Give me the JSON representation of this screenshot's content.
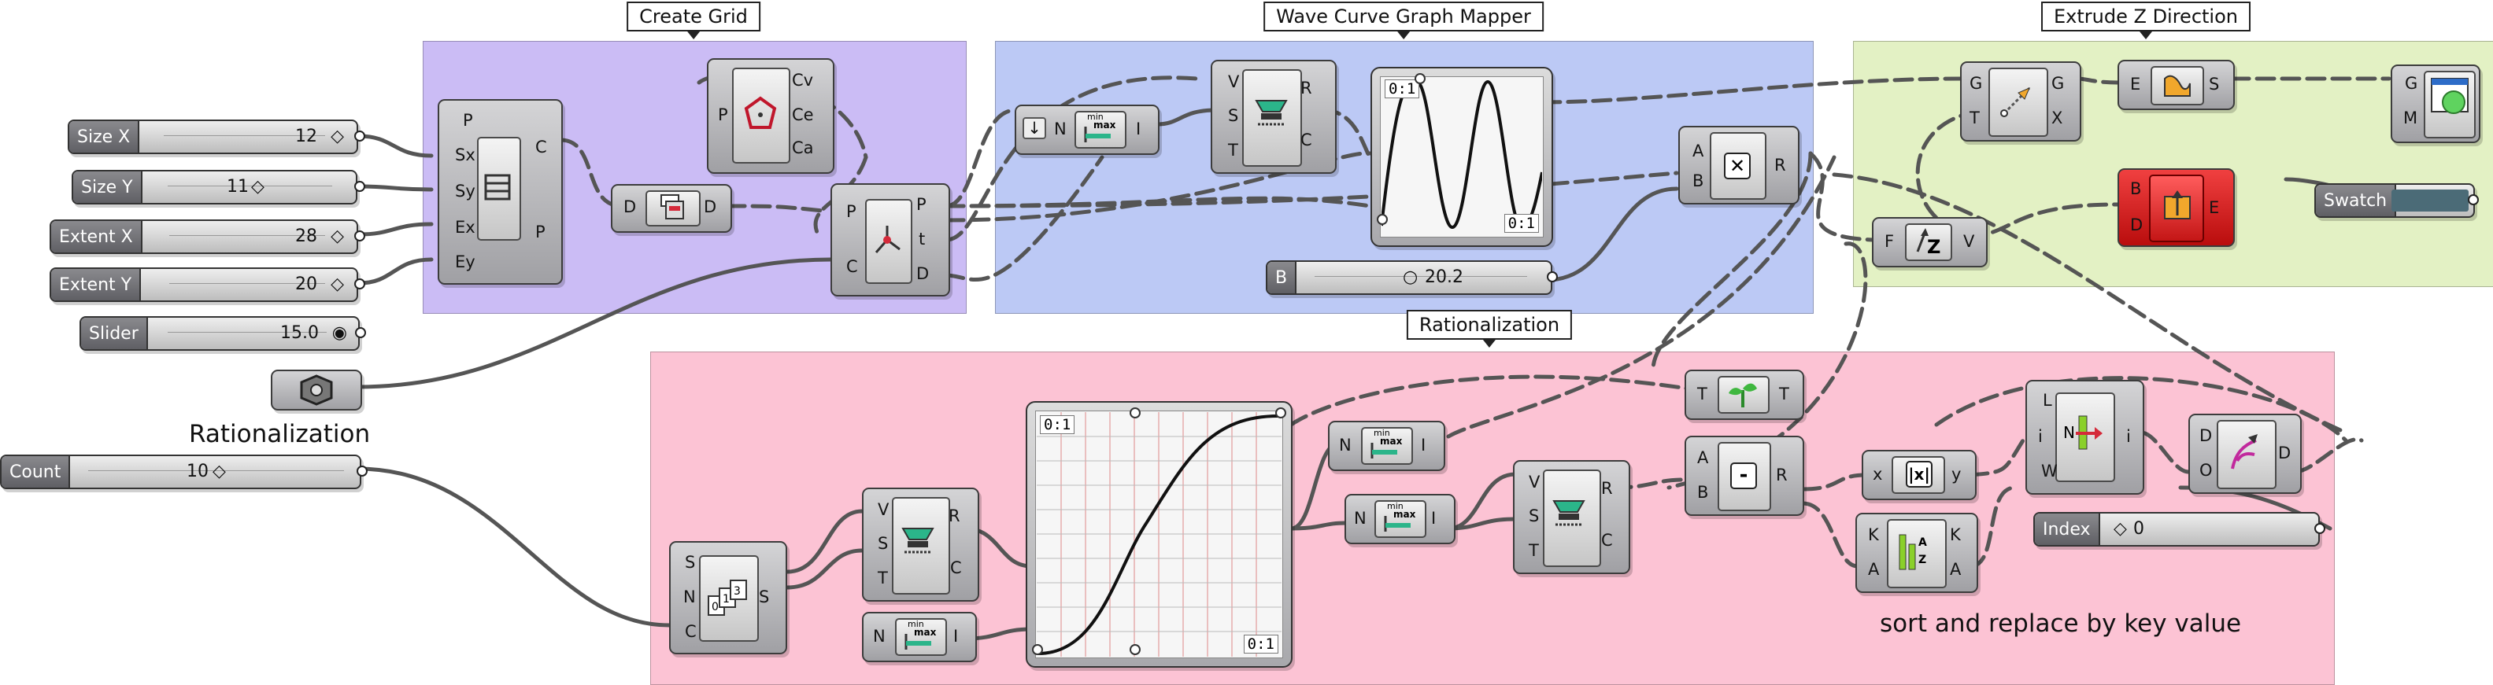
{
  "groups": {
    "create_grid": "Create Grid",
    "wave_mapper": "Wave Curve Graph Mapper",
    "extrude": "Extrude Z Direction",
    "rationalization": "Rationalization"
  },
  "colors": {
    "purple_group": "#cbbcf5",
    "blue_group": "#bcc9f5",
    "green_group": "#e3f1c4",
    "pink_group": "#fcc3d4",
    "wire": "#555555",
    "red_component": "#d81818"
  },
  "sliders": {
    "size_x": {
      "label": "Size X",
      "value": "12"
    },
    "size_y": {
      "label": "Size Y",
      "value": "11"
    },
    "extent_x": {
      "label": "Extent X",
      "value": "28"
    },
    "extent_y": {
      "label": "Extent Y",
      "value": "20"
    },
    "slider": {
      "label": "Slider",
      "value": "15.0"
    },
    "b": {
      "label": "B",
      "value": "20.2"
    },
    "count": {
      "label": "Count",
      "value": "10"
    },
    "index": {
      "label": "Index",
      "value": "0"
    }
  },
  "labels": {
    "rationalization": "Rationalization",
    "sort_note": "sort and replace by key value",
    "swatch": "Swatch"
  },
  "graph_tags": {
    "wave_tl": "0:1",
    "wave_br": "0:1",
    "curve_tl": "0:1",
    "curve_br": "0:1"
  },
  "ports": {
    "sq_in": [
      "P",
      "Sx",
      "Sy",
      "Ex",
      "Ey"
    ],
    "sq_out": [
      "C",
      "P"
    ],
    "poly_in": [
      "P"
    ],
    "poly_out": [
      "Cv",
      "Ce",
      "Ca"
    ],
    "dec_in": [
      "P",
      "C"
    ],
    "dec_out": [
      "P",
      "t",
      "D"
    ],
    "flat_in": [
      "D"
    ],
    "flat_out": [
      "D"
    ],
    "bnd_in": [
      "N"
    ],
    "bnd_out": [
      "I"
    ],
    "rmp_in": [
      "V",
      "S",
      "T"
    ],
    "rmp_out": [
      "R",
      "C"
    ],
    "mul_in": [
      "A",
      "B"
    ],
    "mul_out": [
      "R"
    ],
    "pt_in": [
      "G",
      "T"
    ],
    "pt_out": [
      "G",
      "X"
    ],
    "ext_in": [
      "E"
    ],
    "ext_out": [
      "S"
    ],
    "fz_in": [
      "F"
    ],
    "fz_out": [
      "V"
    ],
    "be_in": [
      "B",
      "D"
    ],
    "be_out": [
      "E"
    ],
    "prev_in": [
      "G",
      "M"
    ],
    "ser_in": [
      "S",
      "N",
      "C"
    ],
    "ser_out": [
      "S"
    ],
    "rmp2_in": [
      "V",
      "S",
      "T"
    ],
    "rmp2_out": [
      "R",
      "C"
    ],
    "bnd2_in": [
      "N"
    ],
    "bnd2_out": [
      "I"
    ],
    "bnd3_in": [
      "N"
    ],
    "bnd3_out": [
      "I"
    ],
    "bnd4_in": [
      "N"
    ],
    "bnd4_out": [
      "I"
    ],
    "rmp3_in": [
      "V",
      "S",
      "T"
    ],
    "rmp3_out": [
      "R",
      "C"
    ],
    "tree_in": [
      "T"
    ],
    "tree_out": [
      "T"
    ],
    "sub_in": [
      "A",
      "B"
    ],
    "sub_out": [
      "R"
    ],
    "abs_in": [
      "x"
    ],
    "abs_out": [
      "y"
    ],
    "sort_in": [
      "K",
      "A"
    ],
    "sort_out": [
      "K",
      "A"
    ],
    "ins_in": [
      "L",
      "i",
      "W"
    ],
    "ins_out": [
      "i"
    ],
    "rep_in": [
      "D",
      "O"
    ],
    "rep_out": [
      "D"
    ]
  },
  "icons": {
    "square_grid": "grid-icon",
    "polygon": "polygon-icon",
    "flatten": "flatten-icon",
    "decompose": "decompose-icon",
    "bounds": "bounds-icon",
    "remap": "remap-icon",
    "multiply": "multiply-icon",
    "move": "move-icon",
    "extrude": "extrude-icon",
    "unit_z": "unit-z-icon",
    "brep_edges": "extrude-edges-icon",
    "preview": "preview-icon",
    "series": "series-icon",
    "panel_zoom": "expand-icon",
    "tree": "tree-icon",
    "subtract": "subtract-icon",
    "absolute": "absolute-icon",
    "sort": "sort-icon",
    "insert": "insert-icon",
    "replace": "replace-icon"
  }
}
